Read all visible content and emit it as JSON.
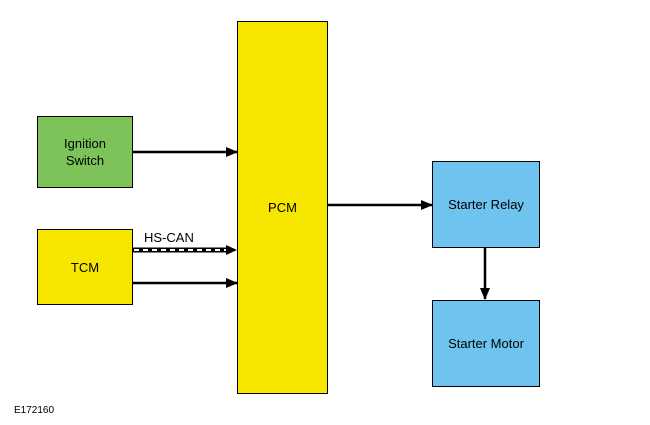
{
  "nodes": {
    "ignition_switch": {
      "label_line1": "Ignition",
      "label_line2": "Switch",
      "color": "#7dc35a"
    },
    "tcm": {
      "label": "TCM",
      "color": "#f7e600"
    },
    "pcm": {
      "label": "PCM",
      "color": "#f7e600"
    },
    "starter_relay": {
      "label": "Starter Relay",
      "color": "#6ec3ef"
    },
    "starter_motor": {
      "label": "Starter Motor",
      "color": "#6ec3ef"
    }
  },
  "connections": {
    "bus_label": "HS-CAN"
  },
  "figure_id": "E172160"
}
